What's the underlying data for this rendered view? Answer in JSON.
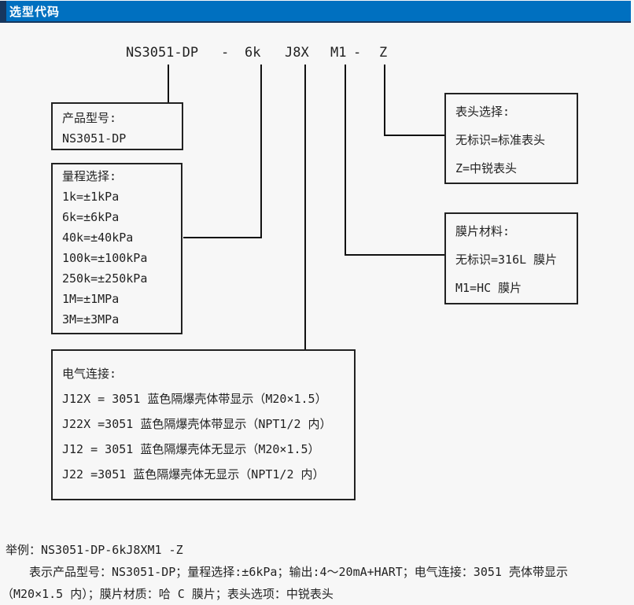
{
  "header": {
    "title": "选型代码"
  },
  "colors": {
    "header_blue": "#0070C0",
    "header_navy": "#17375E",
    "background": "#F7F7F7",
    "text": "#222222",
    "line": "#111111"
  },
  "code": {
    "model": "NS3051-DP",
    "dash1": "-",
    "range": "6k",
    "electrical": "J8X",
    "diaphragm": "M1",
    "dash2": "-",
    "display": "Z"
  },
  "boxes": {
    "product_model": {
      "title": "产品型号:",
      "lines": [
        "NS3051-DP"
      ]
    },
    "range": {
      "title": "量程选择:",
      "lines": [
        "1k=±1kPa",
        "6k=±6kPa",
        "40k=±40kPa",
        "100k=±100kPa",
        "250k=±250kPa",
        "1M=±1MPa",
        "3M=±3MPa"
      ]
    },
    "display": {
      "title": "表头选择:",
      "lines": [
        "无标识=标准表头",
        "Z=中锐表头"
      ]
    },
    "diaphragm": {
      "title": "膜片材料:",
      "lines": [
        "无标识=316L 膜片",
        "M1=HC 膜片"
      ]
    },
    "electrical": {
      "title": "电气连接:",
      "lines": [
        "J12X = 3051 蓝色隔爆壳体带显示（M20×1.5）",
        "J22X =3051 蓝色隔爆壳体带显示（NPT1/2 内）",
        "J12 = 3051 蓝色隔爆壳体无显示（M20×1.5）",
        "J22 =3051 蓝色隔爆壳体无显示（NPT1/2 内）"
      ]
    }
  },
  "example": {
    "line1": "举例：NS3051-DP-6kJ8XM1 -Z",
    "line2": "表示产品型号：NS3051-DP；量程选择:±6kPa；输出:4～20mA+HART；电气连接：3051 壳体带显示",
    "line3": "（M20×1.5 内）；膜片材质：哈 C 膜片；表头选项：中锐表头"
  }
}
